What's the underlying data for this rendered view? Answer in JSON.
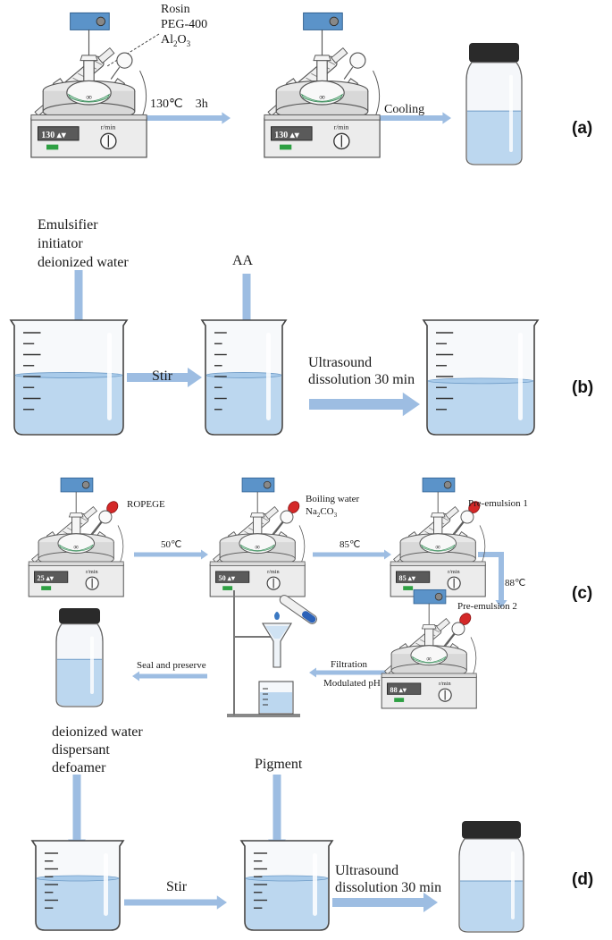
{
  "panels": {
    "a": {
      "label": "(a)",
      "reagents": [
        "Rosin",
        "PEG-400",
        "Al",
        "2",
        "O",
        "3"
      ],
      "step1": "130℃    3h",
      "step2": "Cooling",
      "display_temp": "130 ℃",
      "rpm_unit": "r/min"
    },
    "b": {
      "label": "(b)",
      "input1_lines": [
        "Emulsifier",
        "initiator",
        "deionized water"
      ],
      "input2": "AA",
      "step1": "Stir",
      "step2_lines": [
        "Ultrasound",
        "dissolution 30 min"
      ]
    },
    "c": {
      "label": "(c)",
      "reagent1": "ROPEGE",
      "reagent2_line1": "Boiling water",
      "reagent2_line2": [
        "Na",
        "2",
        "CO",
        "3"
      ],
      "reagent3": "Pre-emulsion 1",
      "reagent4": "Pre-emulsion 2",
      "temp1": "50℃",
      "temp2": "85℃",
      "temp3": "88℃",
      "display1": "25 ℃",
      "display2": "50 ℃",
      "display3": "85 ℃",
      "display4": "88 ℃",
      "filtration": "Filtration",
      "modulated": "Modulated pH",
      "seal": "Seal and preserve",
      "rpm_unit": "r/min"
    },
    "d": {
      "label": "(d)",
      "input1_lines": [
        "deionized water",
        "dispersant",
        "defoamer"
      ],
      "input2": "Pigment",
      "step1": "Stir",
      "step2_lines": [
        "Ultrasound",
        "dissolution 30 min"
      ]
    }
  },
  "colors": {
    "arrow": "#9dbde2",
    "liquid": "#bcd7ef",
    "glass_line": "#444444",
    "lid": "#2a2a2a",
    "display": "#5a5a5a",
    "blue_box": "#5b93c9",
    "bulb": "#d42828"
  }
}
